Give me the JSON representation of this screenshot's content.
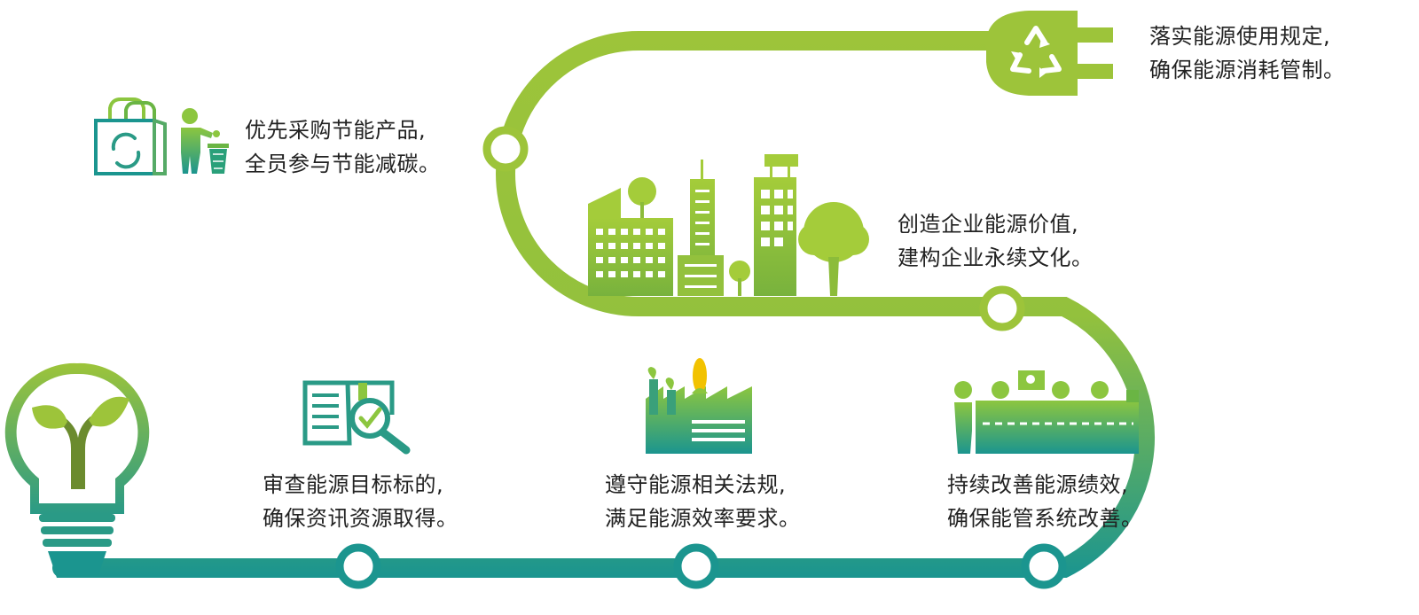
{
  "colors": {
    "green": "#9dc43a",
    "teal": "#1b958f",
    "text": "#222222"
  },
  "icons": {
    "bulb": "lightbulb-sprout-icon",
    "plug": "recycle-plug-icon",
    "bag": "recycle-bag-icon",
    "trash": "person-trash-icon",
    "city": "green-city-icon",
    "book": "book-magnifier-check-icon",
    "factory": "green-factory-icon",
    "workers": "production-line-workers-icon"
  },
  "steps": [
    {
      "line1": "审查能源目标标的,",
      "line2": "确保资讯资源取得。"
    },
    {
      "line1": "遵守能源相关法规,",
      "line2": "满足能源效率要求。"
    },
    {
      "line1": "持续改善能源绩效,",
      "line2": "确保能管系统改善。"
    },
    {
      "line1": "创造企业能源价值,",
      "line2": "建构企业永续文化。"
    },
    {
      "line1": "优先采购节能产品,",
      "line2": "全员参与节能减碳。"
    },
    {
      "line1": "落实能源使用规定,",
      "line2": "确保能源消耗管制。"
    }
  ]
}
